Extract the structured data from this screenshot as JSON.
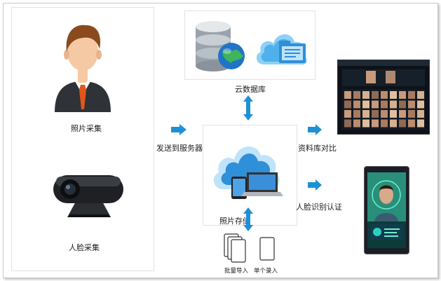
{
  "labels": {
    "photo_collect": "照片采集",
    "face_collect": "人脸采集",
    "cloud_db": "云数据库",
    "send_server": "发送到服务器",
    "db_compare": "资料库对比",
    "face_auth": "人脸识别认证",
    "photo_storage": "照片存储",
    "batch_import": "批量导入",
    "single_entry": "单个录入"
  },
  "colors": {
    "arrow": "#1e90d6",
    "cloud_light": "#bfe3fb",
    "cloud_dark": "#2f8fd8",
    "suit": "#2f3237",
    "tie": "#e0571b",
    "skin": "#f4c9a3",
    "hair": "#8a4a1d"
  },
  "icons": {
    "person": "businessman-icon",
    "camera": "webcam-icon",
    "database": "database-globe-icon",
    "cloud_folder": "cloud-folder-icon",
    "cloud_devices": "cloud-devices-icon",
    "photo_stack": "photo-stack-icon",
    "single_card": "single-card-icon"
  }
}
